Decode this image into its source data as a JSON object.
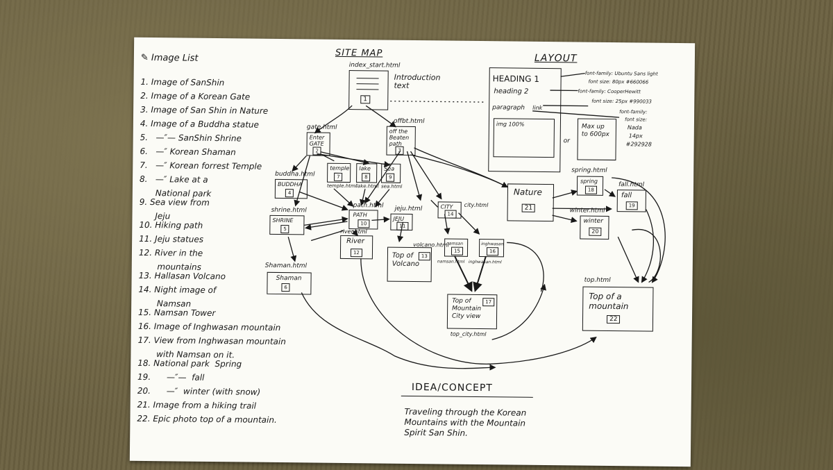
{
  "image_list": {
    "title": "Image List",
    "items": [
      "1. Image of SanShin",
      "2. Image of a Korean Gate",
      "3. Image of San Shin in Nature",
      "4. Image of a Buddha statue",
      "5.   —″— SanShin Shrine",
      "6.   —″ Korean Shaman",
      "7.   —″ Korean forrest Temple",
      "8.   —″ Lake at a",
      "      National park",
      "9. Sea view from",
      "      Jeju",
      "10. Hiking path",
      "11. Jeju statues",
      "12. River in the",
      "       mountains",
      "13. Hallasan Volcano",
      "14. Night image of",
      "       Namsan",
      "15. Namsan Tower",
      "16. Image of Inghwasan mountain",
      "17. View from Inghwasan mountain",
      "       with Namsan on it.",
      "18. National park  Spring",
      "19.      —″—  fall",
      "20.      —″  winter (with snow)",
      "21. Image from a hiking trail",
      "22. Epic photo top of a mountain."
    ]
  },
  "site_map": {
    "title": "SITE MAP",
    "intro_file": "index_start.html",
    "intro_text": "Introduction text",
    "nodes": {
      "gate": {
        "file": "gate.html",
        "label": "Enter GATE",
        "num": "2"
      },
      "offbeaten": {
        "file": "offbt.html",
        "label": "off the Beaten path",
        "num": "3"
      },
      "buddha": {
        "file": "buddha.html",
        "label": "BUDDHA",
        "num": "4"
      },
      "temple": {
        "file": "temple.html",
        "label": "temple",
        "num": "7"
      },
      "lake": {
        "file": "lake.html",
        "label": "lake",
        "num": "8"
      },
      "sea": {
        "file": "sea.html",
        "label": "Sea",
        "num": "9"
      },
      "shrine": {
        "file": "shrine.html",
        "label": "SHRINE",
        "num": "5"
      },
      "path": {
        "file": "path.html",
        "label": "PATH",
        "num": "10"
      },
      "jeju": {
        "file": "jeju.html",
        "label": "JEJU",
        "num": "11"
      },
      "city": {
        "file": "city.html",
        "label": "CITY",
        "num": "14"
      },
      "river": {
        "file": "river.html",
        "label": "River",
        "num": "12"
      },
      "volcano": {
        "file": "volcano.html",
        "label": "Top of Volcano",
        "num": "13"
      },
      "namsan": {
        "file": "namsan.html",
        "label": "namsan",
        "num": "15"
      },
      "inghwasan": {
        "file": "inghwasan.html",
        "label": "inghwasan",
        "num": "16"
      },
      "shaman": {
        "file": "Shaman.html",
        "label": "Shaman",
        "num": "6"
      },
      "topcity": {
        "file": "top_city.html",
        "label": "Top of Mountain City view",
        "num": "17"
      },
      "nature": {
        "file": "",
        "label": "Nature",
        "num": "21"
      },
      "spring": {
        "file": "spring.html",
        "label": "spring",
        "num": "18"
      },
      "fall": {
        "file": "fall.html",
        "label": "fall",
        "num": "19"
      },
      "winter": {
        "file": "winter.html",
        "label": "winter",
        "num": "20"
      },
      "top": {
        "file": "top.html",
        "label": "Top of a mountain",
        "num": "22"
      }
    }
  },
  "layout": {
    "title": "LAYOUT",
    "heading1": "HEADING 1",
    "heading2": "heading 2",
    "paragraph": "paragraph",
    "link": "link",
    "image": "img 100%",
    "max": "Max up to 600px",
    "or": "or",
    "note1": "font-family: Ubuntu Sans light",
    "note1b": "font size: 80px #660066",
    "note2": "font-family: CooperHewitt",
    "note3": "font size: 25px #990033",
    "note4": "font-family:",
    "note5": "font size:",
    "note6": "Nada",
    "note7": "14px",
    "note8": "#292928"
  },
  "idea": {
    "title": "IDEA/CONCEPT",
    "text1": "Traveling through the Korean",
    "text2": "Mountains with the Mountain",
    "text3": "Spirit San Shin."
  }
}
